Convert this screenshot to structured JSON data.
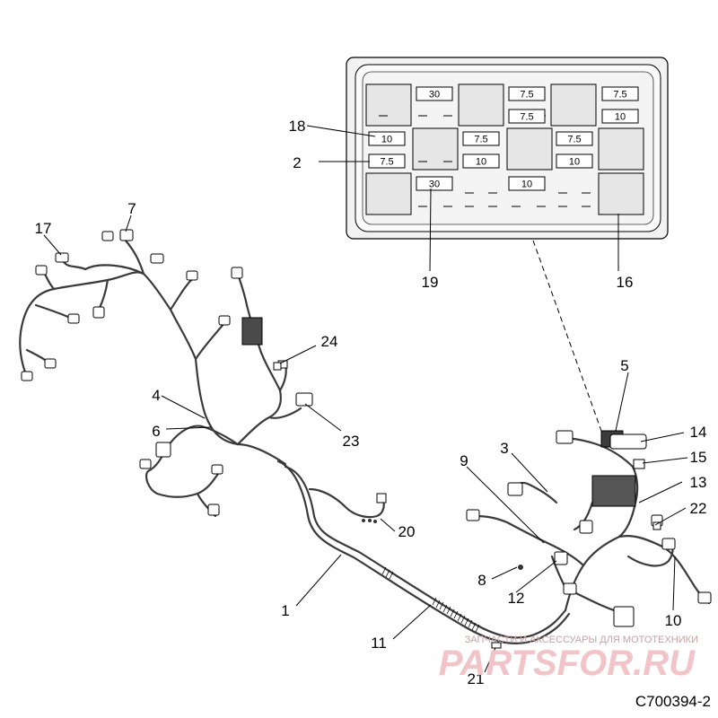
{
  "diagram_code": "C700394-2",
  "fuse_box": {
    "row_top": [
      {
        "id": "f-30-top",
        "label": "30"
      },
      {
        "id": "f-75-a",
        "label": "7.5"
      },
      {
        "id": "f-75-b",
        "label": "7.5"
      },
      {
        "id": "f-75-c",
        "label": "7.5"
      },
      {
        "id": "f-10-a",
        "label": "10"
      }
    ],
    "row_mid": [
      {
        "id": "f-10-left",
        "label": "10"
      },
      {
        "id": "f-75-left",
        "label": "7.5"
      },
      {
        "id": "f-75-mid1",
        "label": "7.5"
      },
      {
        "id": "f-10-mid1",
        "label": "10"
      },
      {
        "id": "f-75-mid2",
        "label": "7.5"
      },
      {
        "id": "f-10-mid2",
        "label": "10"
      }
    ],
    "row_bottom": [
      {
        "id": "f-30-bottom",
        "label": "30"
      },
      {
        "id": "f-10-bottom",
        "label": "10"
      }
    ]
  },
  "callouts": {
    "c1": "1",
    "c2": "2",
    "c3": "3",
    "c4": "4",
    "c5": "5",
    "c6": "6",
    "c7": "7",
    "c8": "8",
    "c9": "9",
    "c10": "10",
    "c11": "11",
    "c12": "12",
    "c13": "13",
    "c14": "14",
    "c15": "15",
    "c16": "16",
    "c17": "17",
    "c18": "18",
    "c19": "19",
    "c20": "20",
    "c21": "21",
    "c22": "22",
    "c23": "23",
    "c24": "24"
  },
  "watermark": {
    "top": "ЗАПЧАСТИ И АКСЕССУАРЫ ДЛЯ МОТОТЕХНИКИ",
    "brand": "PARTSFOR.RU"
  },
  "colors": {
    "line": "#3a3a3a",
    "fuse_box_fill": "#f2f2f2",
    "relay_fill": "#e6e6e6",
    "watermark": "#f2c4c8"
  }
}
